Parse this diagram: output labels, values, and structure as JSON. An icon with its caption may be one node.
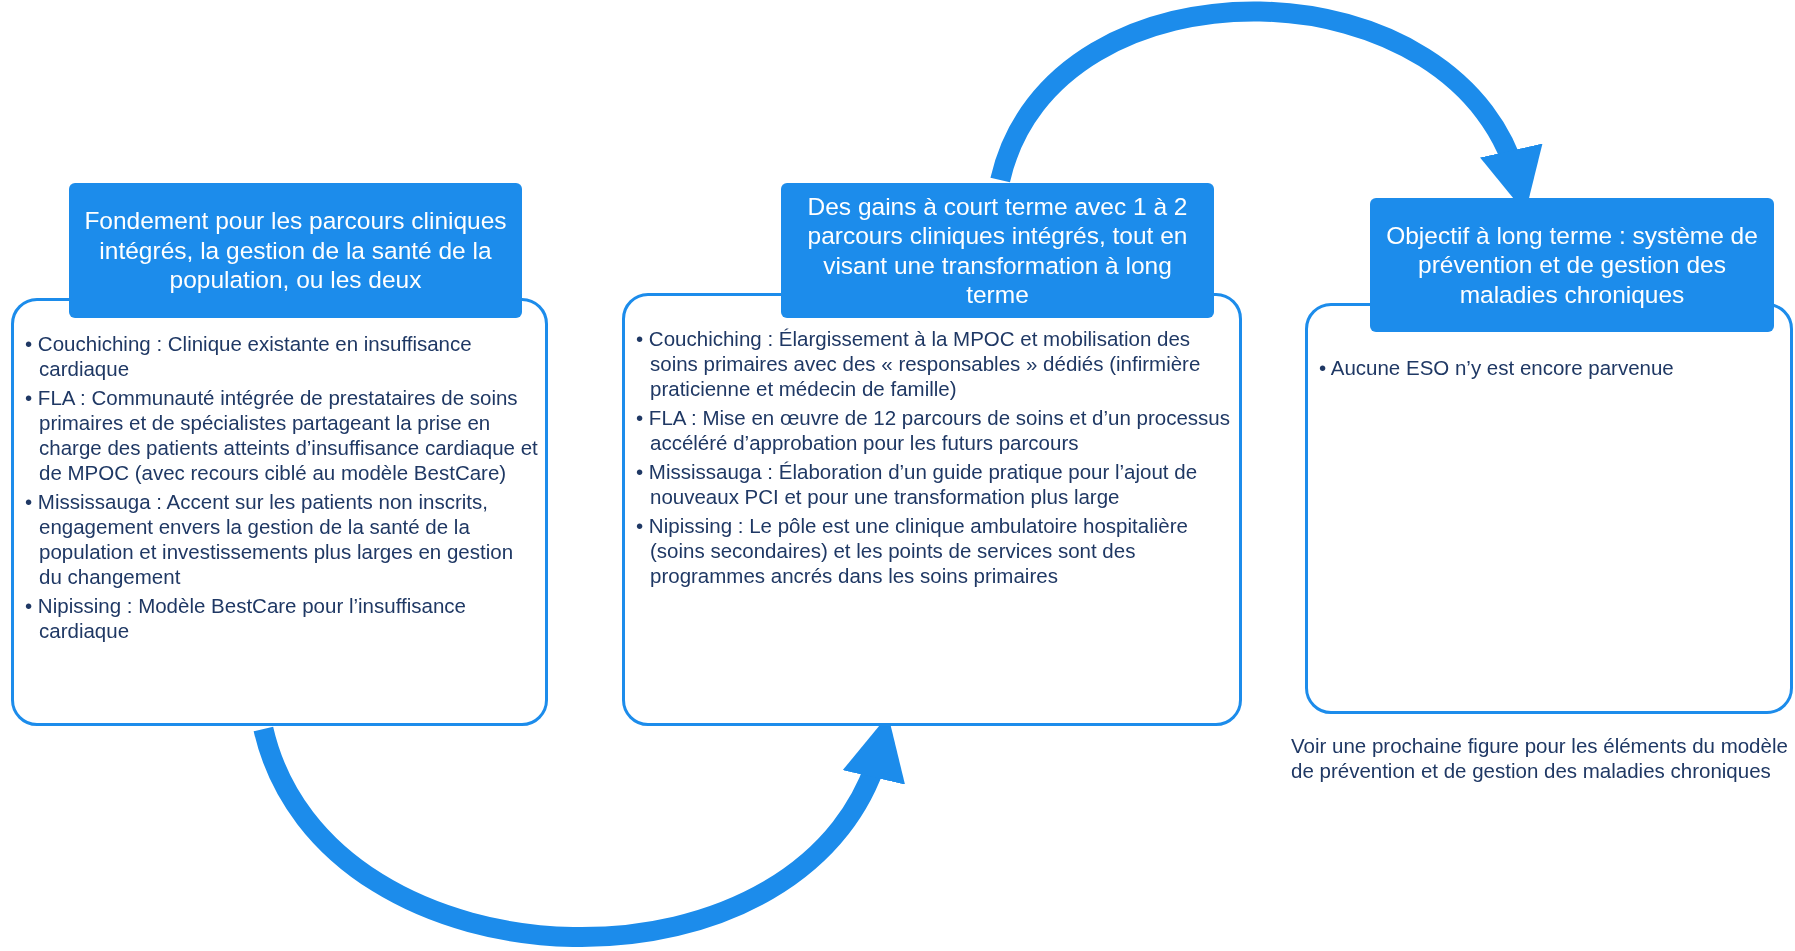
{
  "diagram": {
    "nodes": [
      {
        "text": [
          "Fondement pour les parcours cliniques intégrés, la gestion de la santé de la population, ou les deux",
          "• Couchiching : Clinique existante en insuffisance cardiaque",
          "• FLA : Communauté intégrée de prestataires de soins primaires et de spécialistes partageant la prise en charge des patients atteints d’insuffisance cardiaque et de MPOC (avec recours ciblé au modèle BestCare)",
          "• Mississauga : Accent sur les patients non inscrits, engagement envers la gestion de la santé de la population et investissements plus larges en gestion du changement",
          "• Nipissing : Modèle BestCare pour l’insuffisance cardiaque"
        ]
      },
      {
        "text": [
          "Des gains à court terme avec 1 à 2 parcours cliniques intégrés, tout en visant une transformation à long terme",
          "• Couchiching : Élargissement à la MPOC et mobilisation des soins primaires avec des « responsables » dédiés (infirmière praticienne et médecin de famille)",
          "• FLA : Mise en œuvre de 12 parcours de soins et d’un processus accéléré d’approbation pour les futurs parcours",
          "• Mississauga : Élaboration d’un guide pratique pour l’ajout de nouveaux PCI et pour une transformation plus large",
          "• Nipissing : Le pôle est une clinique ambulatoire hospitalière (soins secondaires) et les points de services sont des programmes ancrés dans les soins primaires"
        ]
      },
      {
        "text": [
          "Objectif à long terme : système de prévention et de gestion des maladies chroniques",
          "• Aucune ESO n’y est encore parvenue"
        ],
        "beside": [
          "Voir une prochaine figure pour les éléments du modèle de prévention et de gestion des maladies chroniques"
        ]
      }
    ],
    "edges": [
      {
        "from": 0,
        "to": 1,
        "arrow": "to"
      },
      {
        "from": 1,
        "to": 2,
        "arrow": "to"
      }
    ]
  }
}
